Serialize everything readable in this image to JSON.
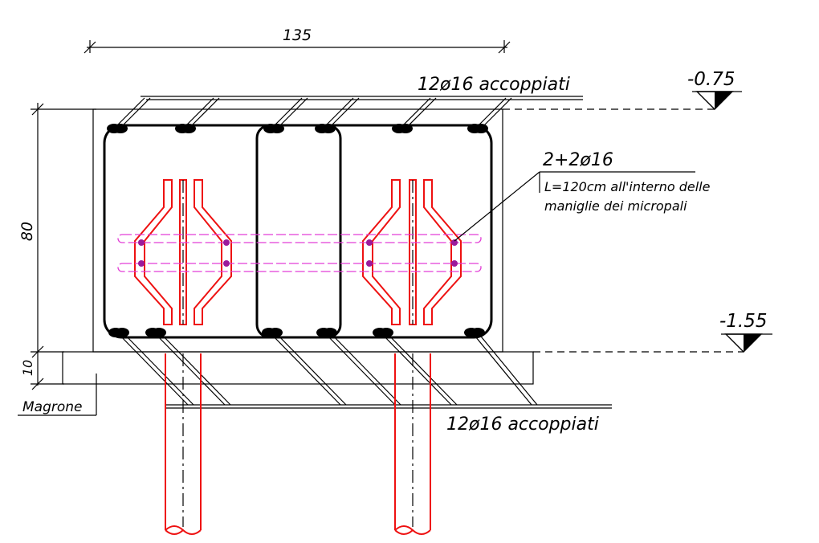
{
  "dimensions": {
    "width_label": "135",
    "height_label": "80",
    "magrone_thickness_label": "10"
  },
  "elevations": {
    "top": "-0.75",
    "bottom": "-1.55"
  },
  "labels": {
    "top_reinforcement": "12ø16 accoppiati",
    "bottom_reinforcement": "12ø16 accoppiati",
    "middle_reinforcement": "2+2ø16",
    "middle_note_line1": "L=120cm all'interno delle",
    "middle_note_line2": "maniglie dei micropali",
    "magrone": "Magrone"
  },
  "colors": {
    "line": "#000000",
    "micropile": "#e11111",
    "middle_bars": "#e23fd6",
    "middle_bar_dots": "#9b1a9b"
  }
}
